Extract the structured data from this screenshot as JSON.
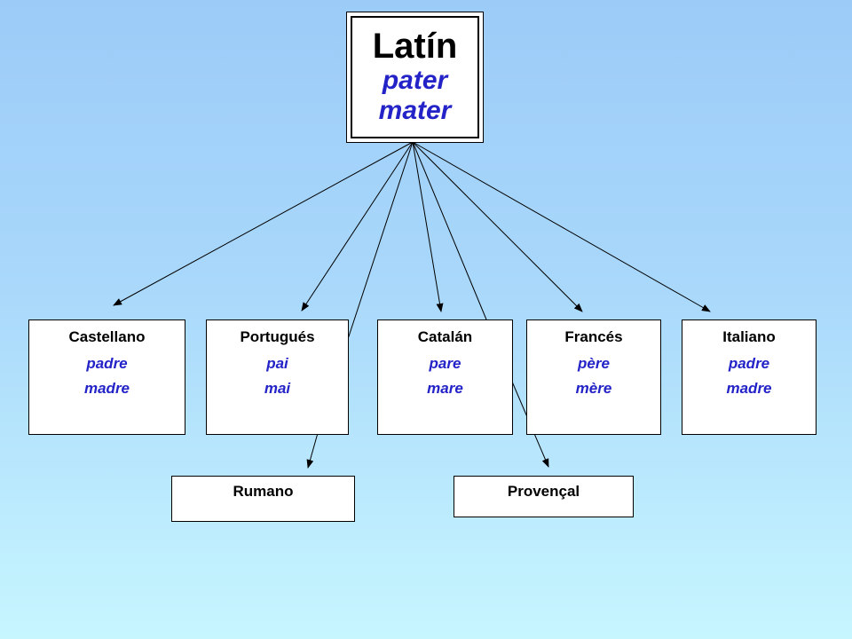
{
  "root": {
    "title": "Latín",
    "words": [
      "pater",
      "mater"
    ]
  },
  "languages": [
    {
      "name": "Castellano",
      "words": [
        "padre",
        "madre"
      ]
    },
    {
      "name": "Portugués",
      "words": [
        "pai",
        "mai"
      ]
    },
    {
      "name": "Catalán",
      "words": [
        "pare",
        "mare"
      ]
    },
    {
      "name": "Francés",
      "words": [
        "père",
        "mère"
      ]
    },
    {
      "name": "Italiano",
      "words": [
        "padre",
        "madre"
      ]
    }
  ],
  "secondary_languages": [
    {
      "name": "Rumano"
    },
    {
      "name": "Provençal"
    }
  ],
  "colors": {
    "word": "#2323c8",
    "title": "#000000",
    "background_top": "#9ccbf8",
    "background_bottom": "#c7f6ff"
  }
}
